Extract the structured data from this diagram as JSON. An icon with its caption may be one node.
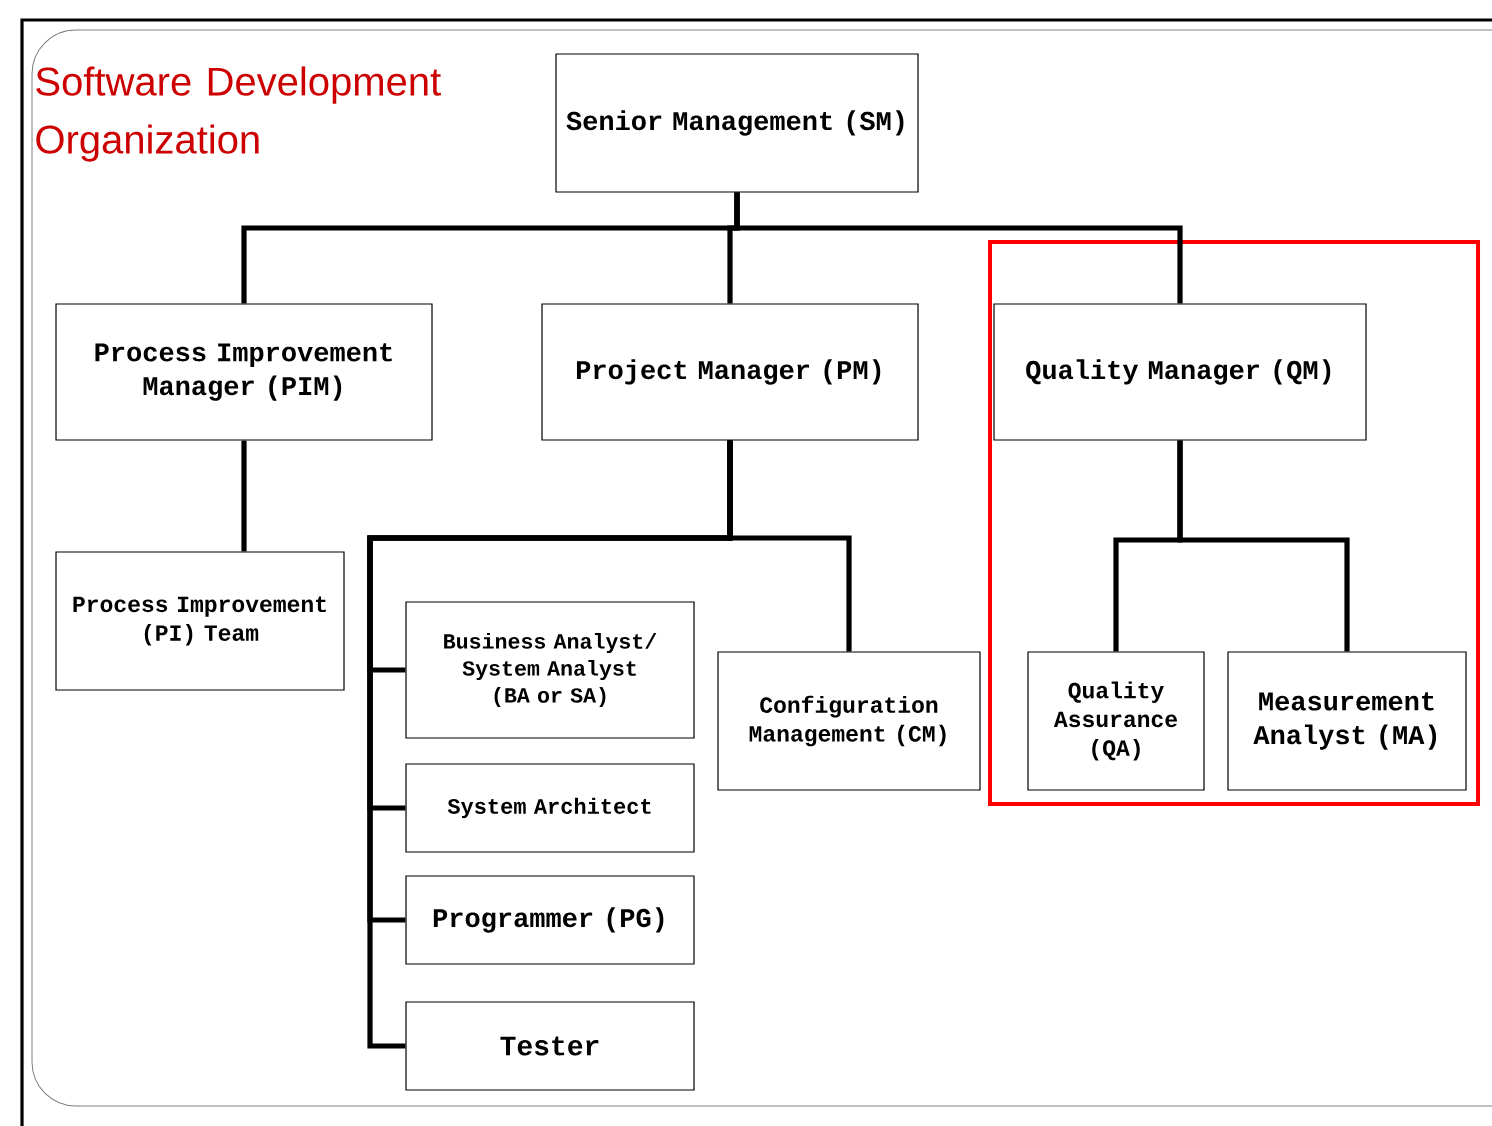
{
  "diagram": {
    "title": "Software Development Organization",
    "nodes": [
      {
        "text": [
          "Senior Management (SM)"
        ]
      },
      {
        "text": [
          "Process Improvement Manager (PIM)"
        ]
      },
      {
        "text": [
          "Project Manager (PM)"
        ]
      },
      {
        "text": [
          "Quality Manager (QM)"
        ]
      },
      {
        "text": [
          "Process Improvement (PI) Team"
        ]
      },
      {
        "text": [
          "Business Analyst/ System Analyst (BA or SA)"
        ]
      },
      {
        "text": [
          "System Architect"
        ]
      },
      {
        "text": [
          "Programmer (PG)"
        ]
      },
      {
        "text": [
          "Tester"
        ]
      },
      {
        "text": [
          "Configuration Management (CM)"
        ]
      },
      {
        "text": [
          "Quality Assurance (QA)"
        ]
      },
      {
        "text": [
          "Measurement Analyst (MA)"
        ]
      }
    ],
    "edges": [
      {
        "from": 0,
        "to": 1,
        "arrow": "none"
      },
      {
        "from": 0,
        "to": 2,
        "arrow": "none"
      },
      {
        "from": 0,
        "to": 3,
        "arrow": "none"
      },
      {
        "from": 1,
        "to": 4,
        "arrow": "none"
      },
      {
        "from": 2,
        "to": 5,
        "arrow": "none"
      },
      {
        "from": 2,
        "to": 6,
        "arrow": "none"
      },
      {
        "from": 2,
        "to": 7,
        "arrow": "none"
      },
      {
        "from": 2,
        "to": 8,
        "arrow": "none"
      },
      {
        "from": 2,
        "to": 9,
        "arrow": "none"
      },
      {
        "from": 3,
        "to": 10,
        "arrow": "none"
      },
      {
        "from": 3,
        "to": 11,
        "arrow": "none"
      }
    ]
  }
}
